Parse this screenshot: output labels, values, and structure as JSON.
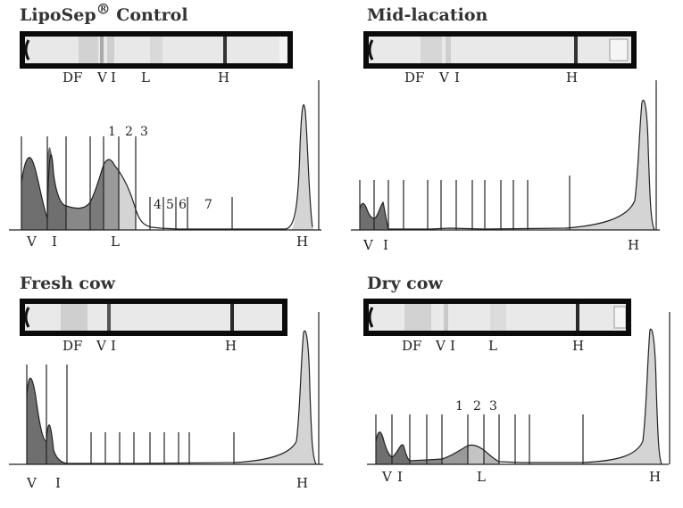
{
  "panels": [
    {
      "id": "control",
      "title": "LipoSep",
      "title_sup": "®",
      "title_suffix": " Control",
      "tube_labels": [
        "DF",
        "V",
        "I",
        "L",
        "H"
      ],
      "axis_labels": [
        "V",
        "I",
        "L",
        "H"
      ],
      "fraction_labels": [
        "1",
        "2",
        "3",
        "4",
        "5",
        "6",
        "7"
      ]
    },
    {
      "id": "mid",
      "title": "Mid-lacation",
      "tube_labels": [
        "DF",
        "V",
        "I",
        "H"
      ],
      "axis_labels": [
        "V",
        "I",
        "H"
      ]
    },
    {
      "id": "fresh",
      "title": "Fresh cow",
      "tube_labels": [
        "DF",
        "V",
        "I",
        "H"
      ],
      "axis_labels": [
        "V",
        "I",
        "H"
      ]
    },
    {
      "id": "dry",
      "title": "Dry cow",
      "tube_labels": [
        "DF",
        "V",
        "I",
        "L",
        "H"
      ],
      "axis_labels": [
        "V",
        "I",
        "L",
        "H"
      ],
      "fraction_labels": [
        "1",
        "2",
        "3"
      ]
    }
  ],
  "colors": {
    "dark_fill": "#6f6f6f",
    "mid_fill": "#9a9a9a",
    "light_fill": "#d4d4d4",
    "line": "#222222",
    "tube_frame": "#0b0b0b"
  }
}
